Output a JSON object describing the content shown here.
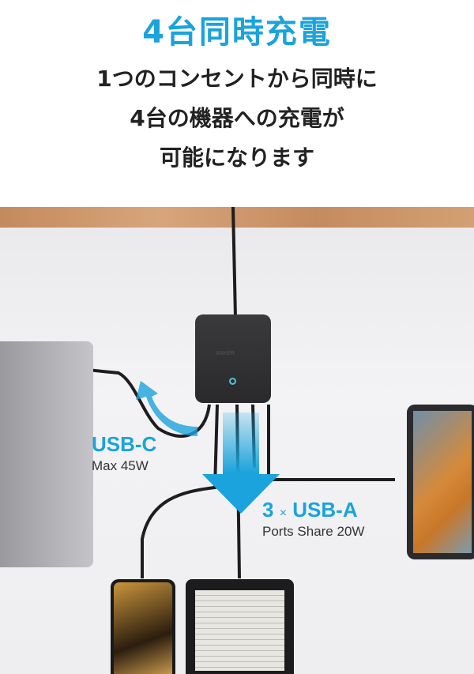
{
  "headline": "4台同時充電",
  "subtitle": [
    "1つのコンセントから同時に",
    "4台の機器への充電が",
    "可能になります"
  ],
  "photo": {
    "charger_logo": "ANKER",
    "usb_c": {
      "title": "USB-C",
      "detail": "Max 45W"
    },
    "usb_a": {
      "count": "3",
      "times": "×",
      "title": "USB-A",
      "detail": "Ports Share 20W"
    },
    "accent": "#1aa3dc"
  }
}
